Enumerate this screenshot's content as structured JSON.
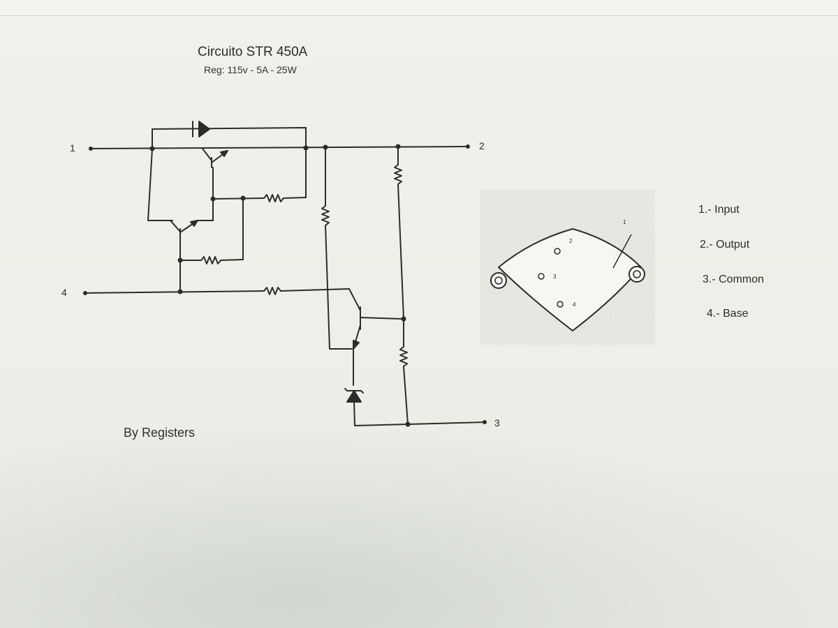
{
  "diagram": {
    "title": "Circuito STR 450A",
    "subtitle": "Reg: 115v - 5A - 25W",
    "author": "By Registers",
    "pins": {
      "pin1": "1",
      "pin2": "2",
      "pin3": "3",
      "pin4": "4"
    },
    "package_pins": {
      "p1": "1",
      "p2": "2",
      "p3": "3",
      "p4": "4"
    },
    "legend": [
      "1.- Input",
      "2.- Output",
      "3.- Common",
      "4.- Base"
    ]
  },
  "colors": {
    "ink": "#2a2c2a",
    "paper": "#edf0e8"
  }
}
